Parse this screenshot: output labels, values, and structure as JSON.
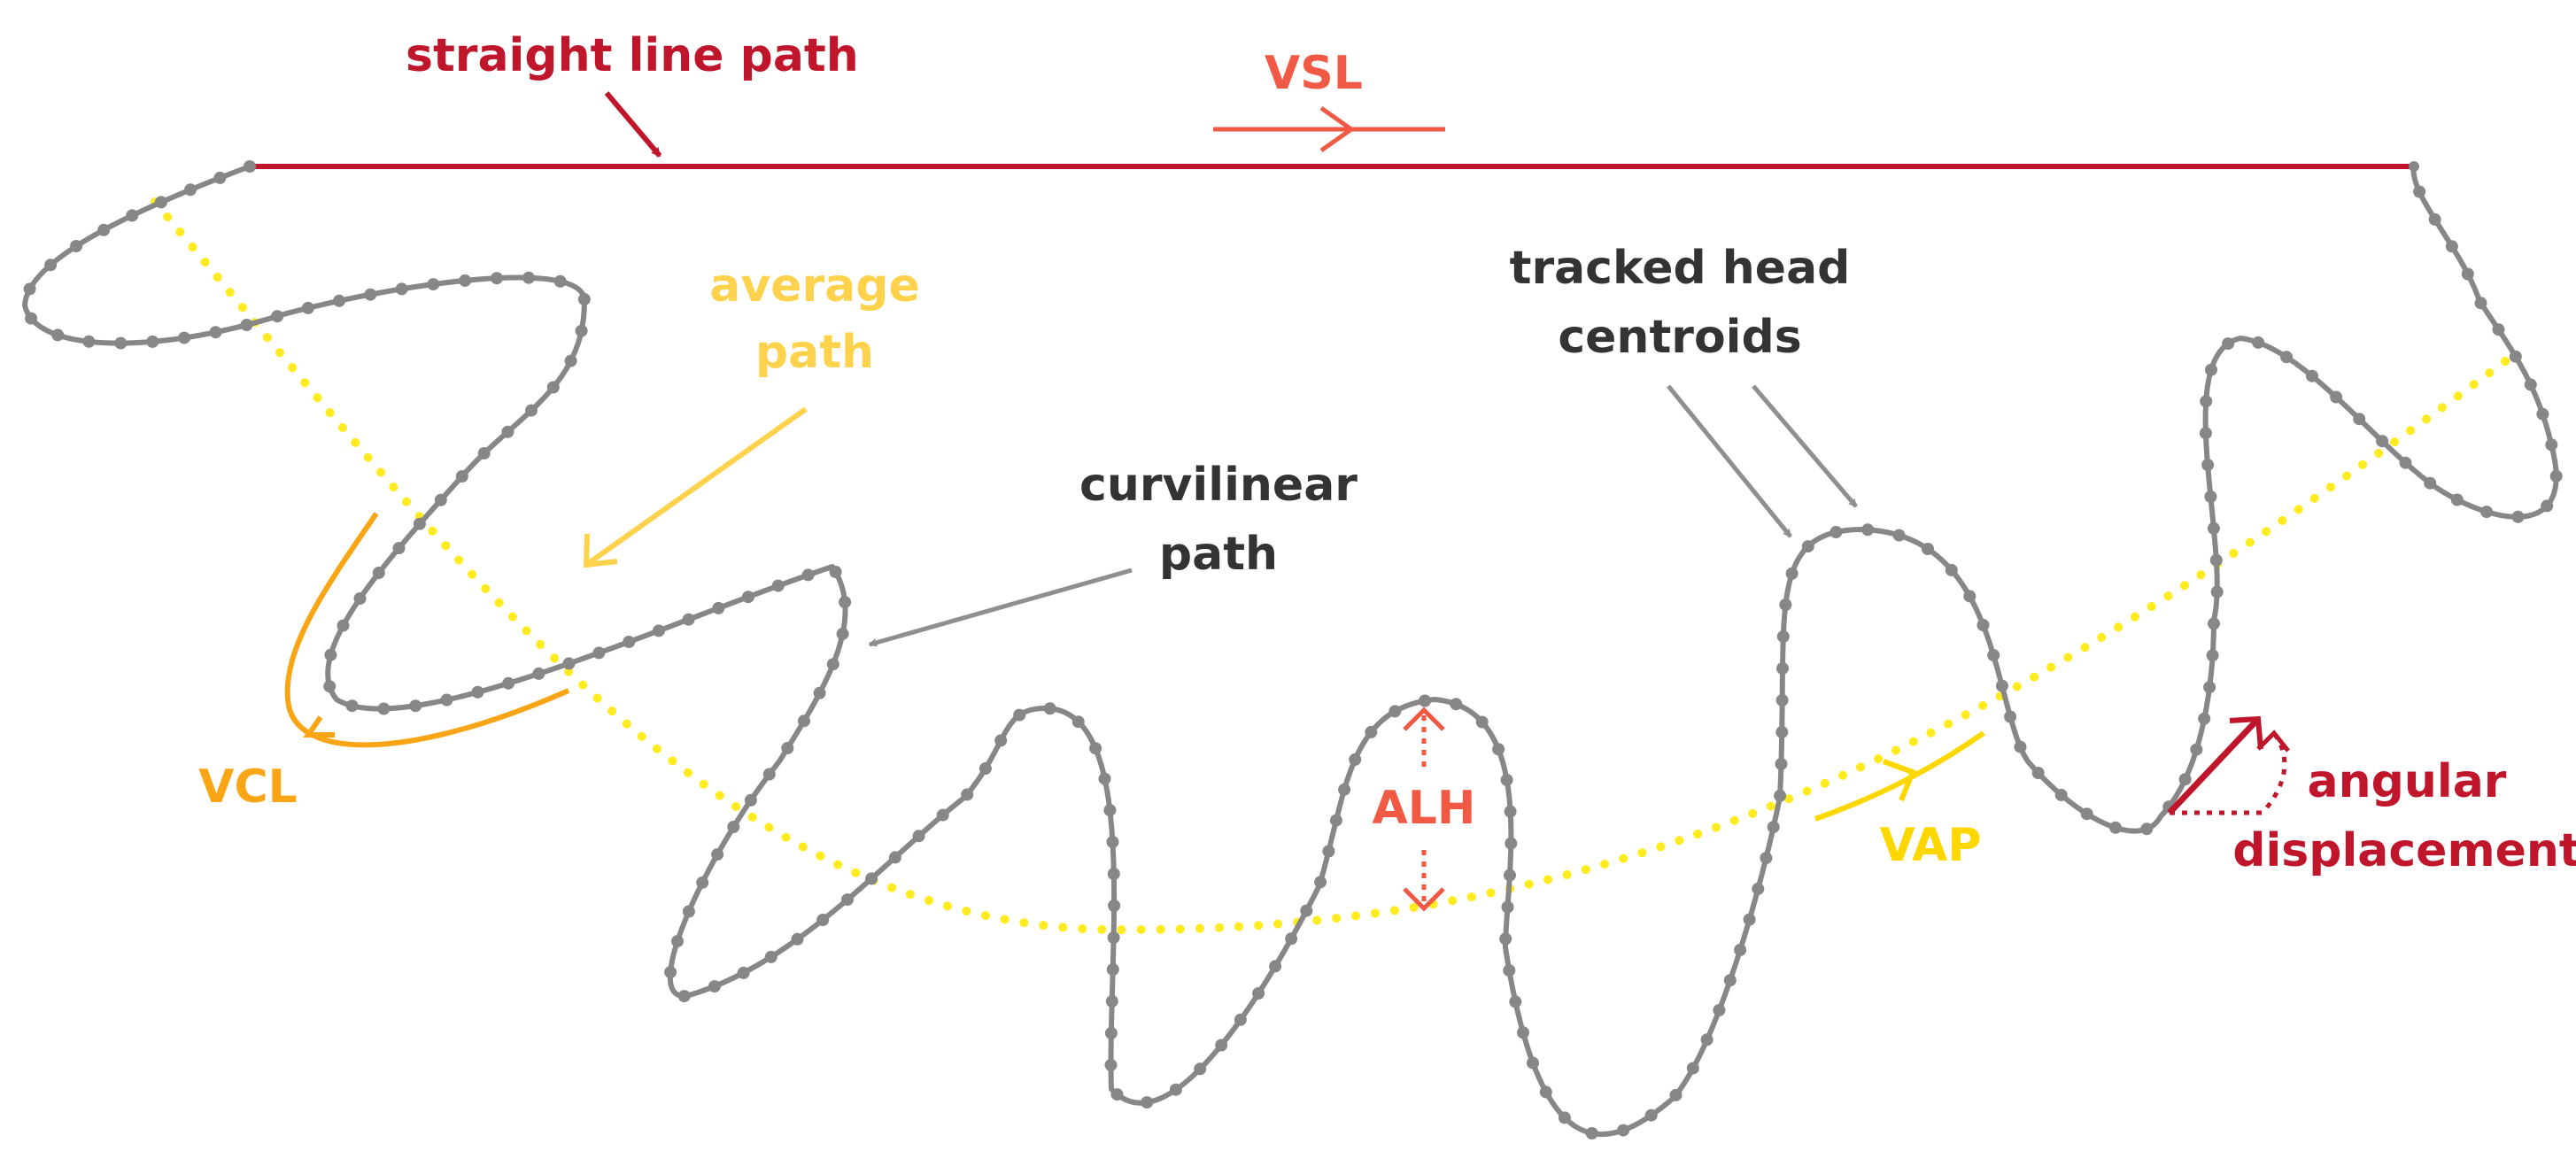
{
  "labels": {
    "straight_line_path": "straight line path",
    "vsl": "VSL",
    "average_path_line1": "average",
    "average_path_line2": "path",
    "tracked_head_line1": "tracked head",
    "tracked_head_line2": "centroids",
    "curvilinear_line1": "curvilinear",
    "curvilinear_line2": "path",
    "vcl": "VCL",
    "alh": "ALH",
    "vap": "VAP",
    "angular_line1": "angular",
    "angular_line2": "displacement"
  },
  "colors": {
    "straight_path": "#c0162c",
    "vsl": "#f05a45",
    "average_label": "#ffd24d",
    "average_path_dots": "#ffeb1f",
    "curvilinear_path": "#878787",
    "tracked_head_text": "#333333",
    "vcl": "#f9a516",
    "alh": "#f05a45",
    "vap": "#ffd700",
    "angular": "#c0162c"
  }
}
